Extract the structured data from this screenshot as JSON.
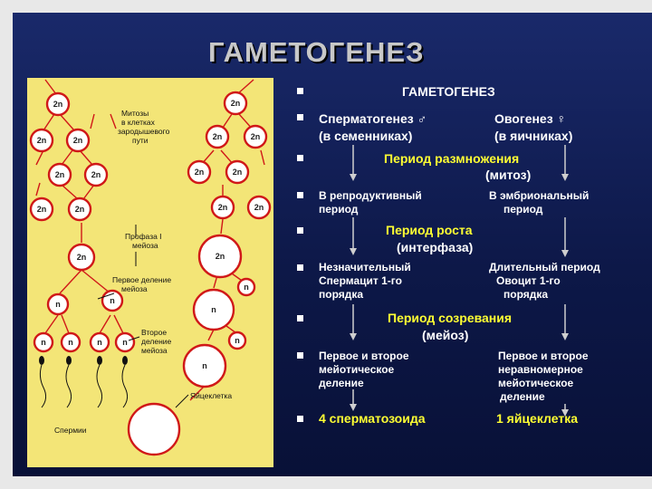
{
  "title": "ГАМЕТОГЕНЕЗ",
  "diagram": {
    "cell_2n": "2n",
    "cell_n": "n",
    "cell_big_2n": "2n",
    "label_mitosis": [
      "Митозы",
      "в клетках",
      "зародышевого",
      "пути"
    ],
    "label_prophase": [
      "Профаза I",
      "мейоза"
    ],
    "label_first_div": [
      "Первое деление",
      "мейоза"
    ],
    "label_second_div": [
      "Второе",
      "деление",
      "мейоза"
    ],
    "label_egg": "Яйцеклетка",
    "label_sperm": "Спермии"
  },
  "rows": {
    "header": "ГАМЕТОГЕНЕЗ",
    "sperm_title": "Сперматогенез ♂",
    "sperm_place": "(в семенниках)",
    "ovo_title": "Овогенез ♀",
    "ovo_place": "(в яичниках)",
    "period1": "Период размножения",
    "period1_note": "(митоз)",
    "sperm_time_1": "В репродуктивный",
    "sperm_time_2": "период",
    "ovo_time_1": "В эмбриональный",
    "ovo_time_2": "период",
    "period2": "Период роста",
    "period2_note": "(интерфаза)",
    "sperm_growth_1": "Незначительный",
    "sperm_growth_2": "Спермацит 1-го",
    "sperm_growth_3": "порядка",
    "ovo_growth_1": "Длительный период",
    "ovo_growth_2": "Овоцит 1-го",
    "ovo_growth_3": "порядка",
    "period3": "Период созревания",
    "period3_note": "(мейоз)",
    "sperm_div_1": "Первое и второе",
    "sperm_div_2": "мейотическое",
    "sperm_div_3": "деление",
    "ovo_div_1": "Первое и второе",
    "ovo_div_2": "неравномерное",
    "ovo_div_3": "мейотическое",
    "ovo_div_4": "деление",
    "result_sperm": "4 сперматозоида",
    "result_ovo": "1 яйцеклетка"
  },
  "colors": {
    "background": "#0d1848",
    "title": "#c8c8c8",
    "accent_text": "#ffff33",
    "diagram_bg": "#f3e577",
    "cell_outline": "#d01818"
  },
  "icons": {
    "bullet": "square-bullet",
    "arrow": "down-arrow"
  }
}
